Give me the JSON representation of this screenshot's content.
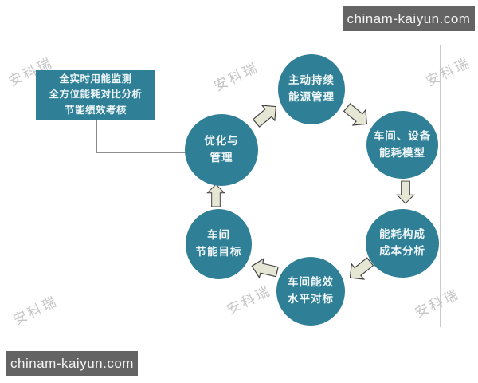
{
  "watermarks": {
    "site_badge_top_right": "chinam-kaiyun.com",
    "site_badge_bottom_left": "chinam-kaiyun.com",
    "brand_text": "安科瑞"
  },
  "callout": {
    "lines": [
      "全实时用能监测",
      "全方位能耗对比分析",
      "节能绩效考核"
    ]
  },
  "cycle": {
    "nodes": [
      {
        "name": "optimize-and-manage",
        "line1": "优化与",
        "line2": "管理"
      },
      {
        "name": "active-continuous-energy",
        "line1": "主动持续",
        "line2": "能源管理"
      },
      {
        "name": "workshop-device-model",
        "line1": "车间、设备",
        "line2": "能耗模型"
      },
      {
        "name": "consumption-cost-analysis",
        "line1": "能耗构成",
        "line2": "成本分析"
      },
      {
        "name": "efficiency-benchmark",
        "line1": "车间能效",
        "line2": "水平对标"
      },
      {
        "name": "workshop-saving-target",
        "line1": "车间",
        "line2": "节能目标"
      }
    ]
  },
  "colors": {
    "node_fill": "#2f7f97",
    "arrow_fill": "#e6e6d4",
    "arrow_stroke": "#3f3f3f",
    "badge_background": "#646464",
    "watermark_text": "#c6c6c6",
    "connector_line": "#4a4a4a",
    "divider_line": "#a8a8a8"
  }
}
